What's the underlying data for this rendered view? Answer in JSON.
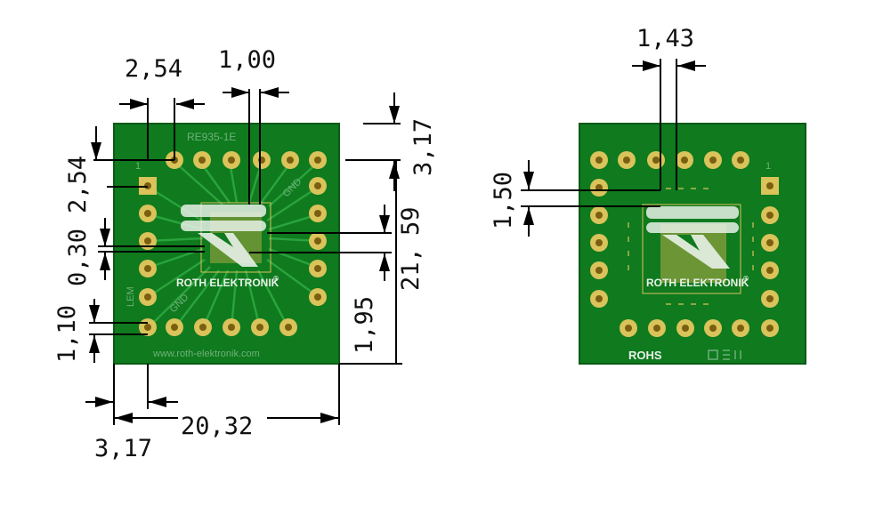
{
  "colors": {
    "pcb": "#0f7a1e",
    "pad": "#d9c35a",
    "silkscreen": "#e8f1e8"
  },
  "left_board": {
    "logo_text": "ROTH ELEKTRONIK",
    "logo_mark": "®",
    "part_number": "RE935-1E",
    "gnd_top": "GND",
    "gnd_bottom": "GND",
    "pin1_label": "1",
    "side_label": "LEM",
    "url": "www.roth-elektronik.com"
  },
  "right_board": {
    "logo_text": "ROTH ELEKTRONIK",
    "logo_mark": "®",
    "rohs_label": "ROHS",
    "pin1_label": "1"
  },
  "dimensions": {
    "pad_pitch_top": "2,54",
    "pad_gap_top": "1,00",
    "left_pitch": "2,54",
    "offset_0_30": "0,30",
    "offset_1_10": "1,10",
    "top_offset": "3,17",
    "inner_059": "59",
    "inner_2159": "21,",
    "inner_195": "1,95",
    "board_width": "20,32",
    "bottom_offset": "3,17",
    "right_pitch_top": "1,43",
    "right_pitch_left": "1,50"
  }
}
